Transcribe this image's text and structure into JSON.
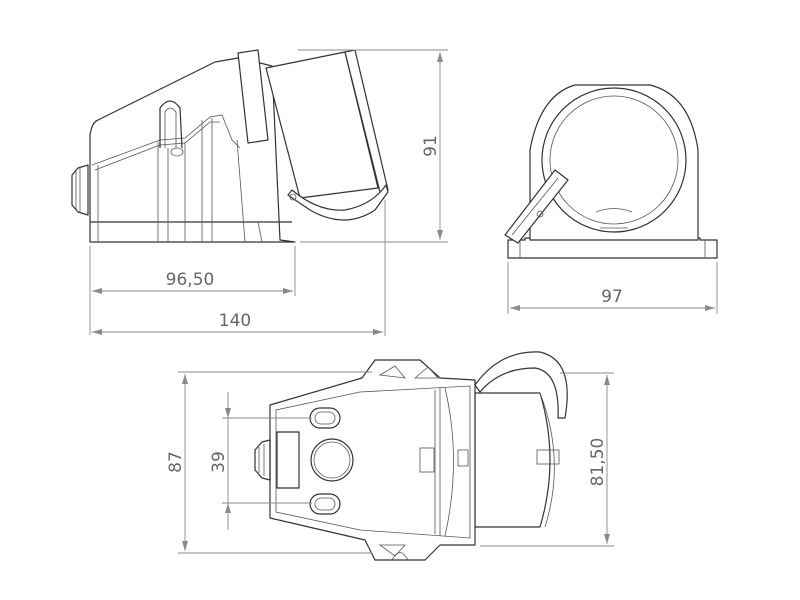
{
  "drawing": {
    "views": [
      "side-view",
      "front-view",
      "top-view"
    ],
    "dimensions": {
      "side_height": "91",
      "side_base_length": "96,50",
      "side_total_length": "140",
      "front_width": "97",
      "top_total_width": "87",
      "top_hole_spacing": "39",
      "top_socket_width": "81,50"
    },
    "colors": {
      "line": "#333333",
      "dimension": "#8a8a8a",
      "text": "#666666"
    }
  }
}
